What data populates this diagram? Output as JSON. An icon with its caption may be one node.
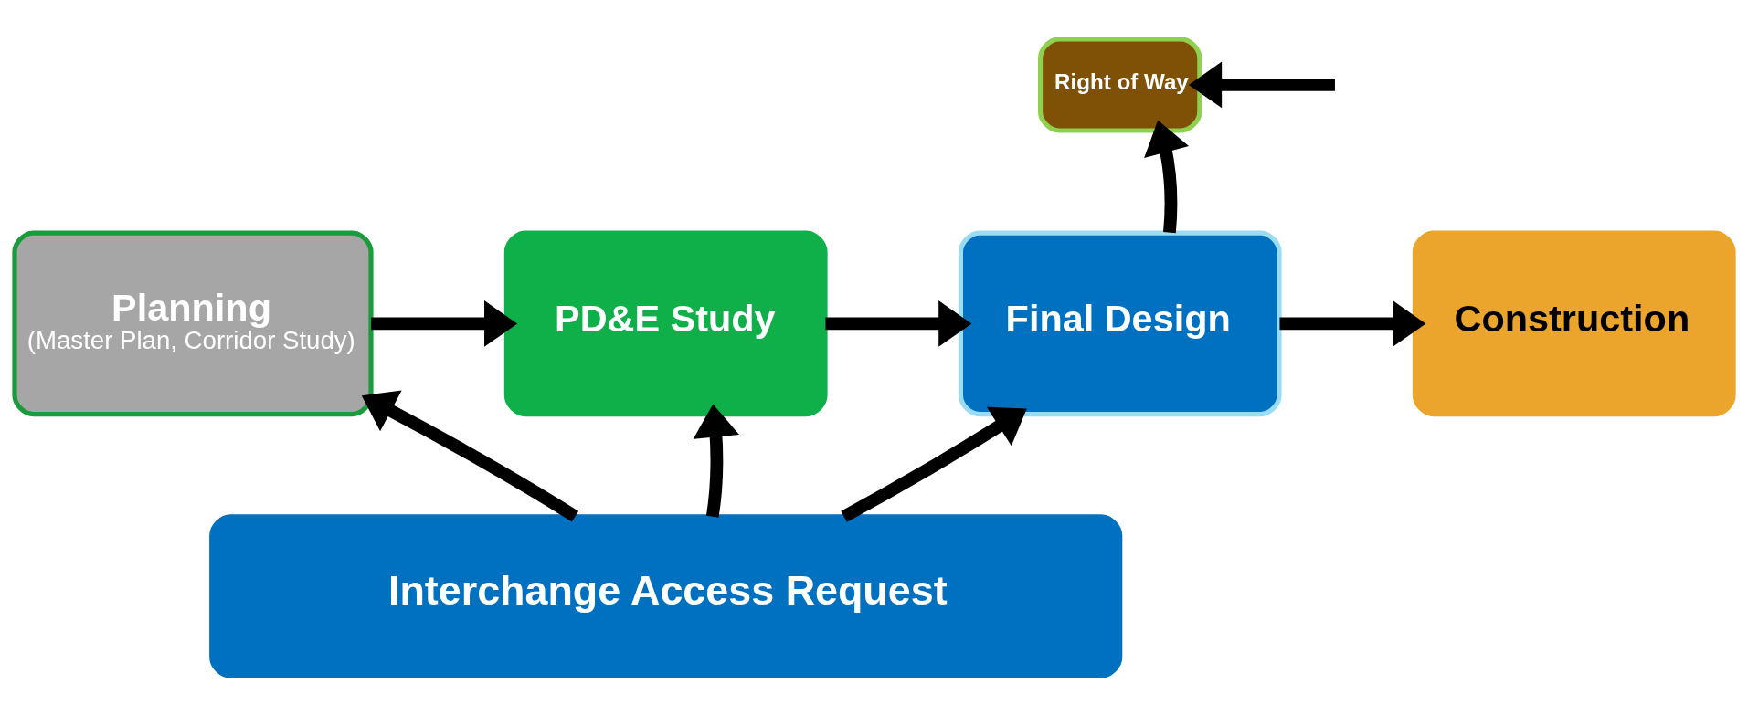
{
  "diagram": {
    "nodes": [
      {
        "text": [
          "Planning",
          "(Master Plan, Corridor Study)"
        ]
      },
      {
        "text": [
          "PD&E Study"
        ]
      },
      {
        "text": [
          "Right of Way"
        ]
      },
      {
        "text": [
          "Final Design"
        ]
      },
      {
        "text": [
          "Construction"
        ]
      },
      {
        "text": [
          "Interchange Access Request"
        ]
      }
    ],
    "edges": [
      {
        "from": 0,
        "to": 1,
        "arrow": "to"
      },
      {
        "from": 1,
        "to": 3,
        "arrow": "to"
      },
      {
        "from": 3,
        "to": 4,
        "arrow": "to"
      },
      {
        "from": null,
        "to": 2,
        "arrow": "to"
      },
      {
        "from": 3,
        "to": 2,
        "arrow": "to"
      },
      {
        "from": 5,
        "to": 0,
        "arrow": "to"
      },
      {
        "from": 5,
        "to": 1,
        "arrow": "to"
      },
      {
        "from": 5,
        "to": 3,
        "arrow": "to"
      }
    ]
  }
}
